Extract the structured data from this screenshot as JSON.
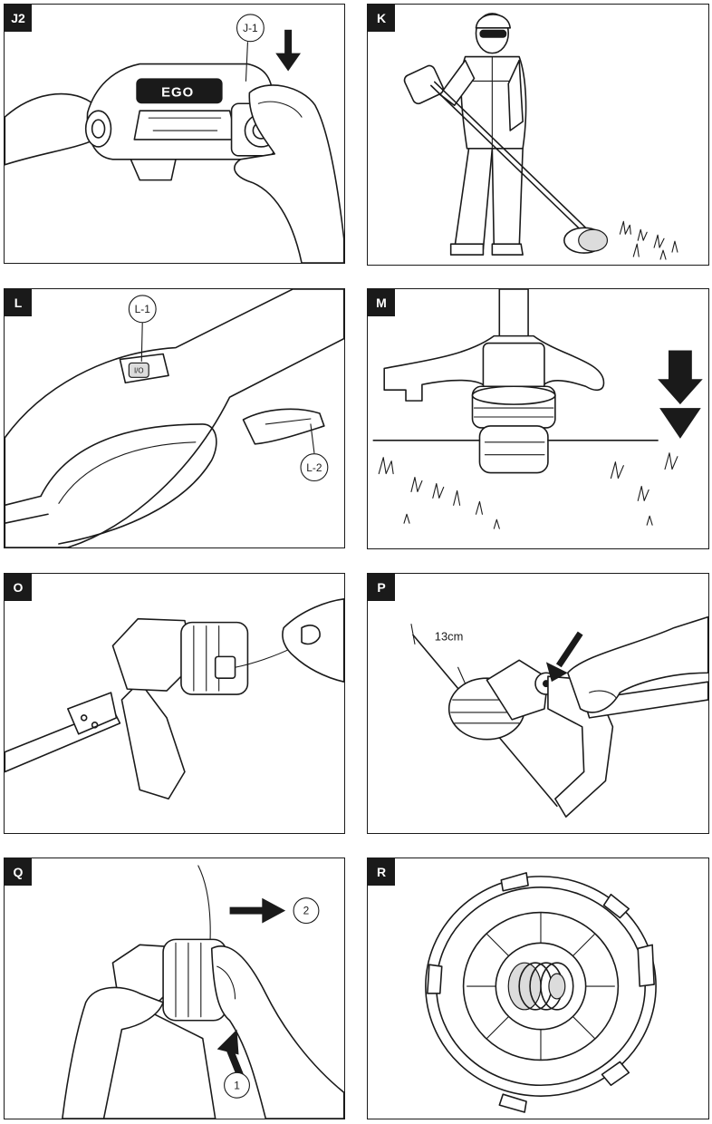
{
  "panels": {
    "j2": {
      "tag": "J2",
      "callout": "J-1"
    },
    "k": {
      "tag": "K"
    },
    "l": {
      "tag": "L",
      "callout_1": "L-1",
      "callout_2": "L-2"
    },
    "m": {
      "tag": "M"
    },
    "o": {
      "tag": "O"
    },
    "p": {
      "tag": "P",
      "measurement": "13cm"
    },
    "q": {
      "tag": "Q",
      "callout_1": "1",
      "callout_2": "2"
    },
    "r": {
      "tag": "R"
    }
  },
  "brand_logo": "EGO",
  "icons": [
    "arrow-down-icon",
    "arrow-right-icon",
    "arrow-up-icon",
    "arrow-diagonal-icon"
  ]
}
